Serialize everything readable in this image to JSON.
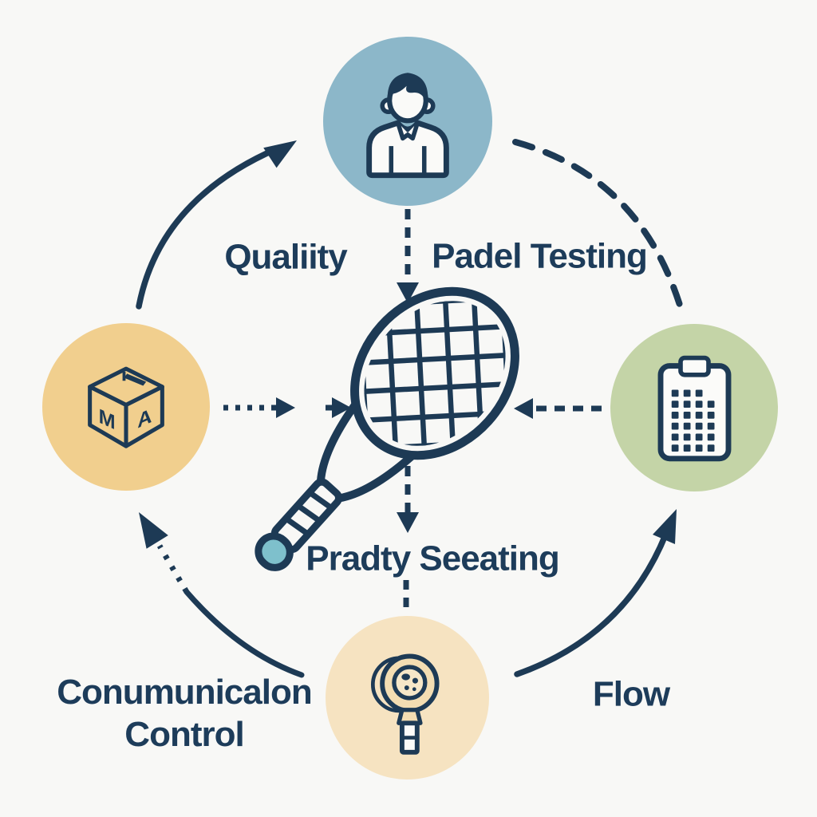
{
  "diagram": {
    "background_color": "#f8f8f6",
    "ink_color": "#1d3a55",
    "accent_teal": "#7ec0cc",
    "labels": {
      "quality": "Qualiity",
      "padel_testing": "Padel Testing",
      "pradty_seeating": "Pradty Seeating",
      "communication_line1": "Conumunicalon",
      "communication_line2": "Control",
      "flow": "Flow"
    },
    "nodes": {
      "top": {
        "icon": "person-icon",
        "color": "#8cb7c9"
      },
      "left": {
        "icon": "box-icon",
        "color": "#f1cf8e",
        "letters": [
          "M",
          "A"
        ]
      },
      "right": {
        "icon": "clipboard-icon",
        "color": "#c4d4a7"
      },
      "bottom": {
        "icon": "magnifier-icon",
        "color": "#f6e3c1"
      }
    },
    "center": {
      "icon": "padel-racket-icon"
    }
  }
}
